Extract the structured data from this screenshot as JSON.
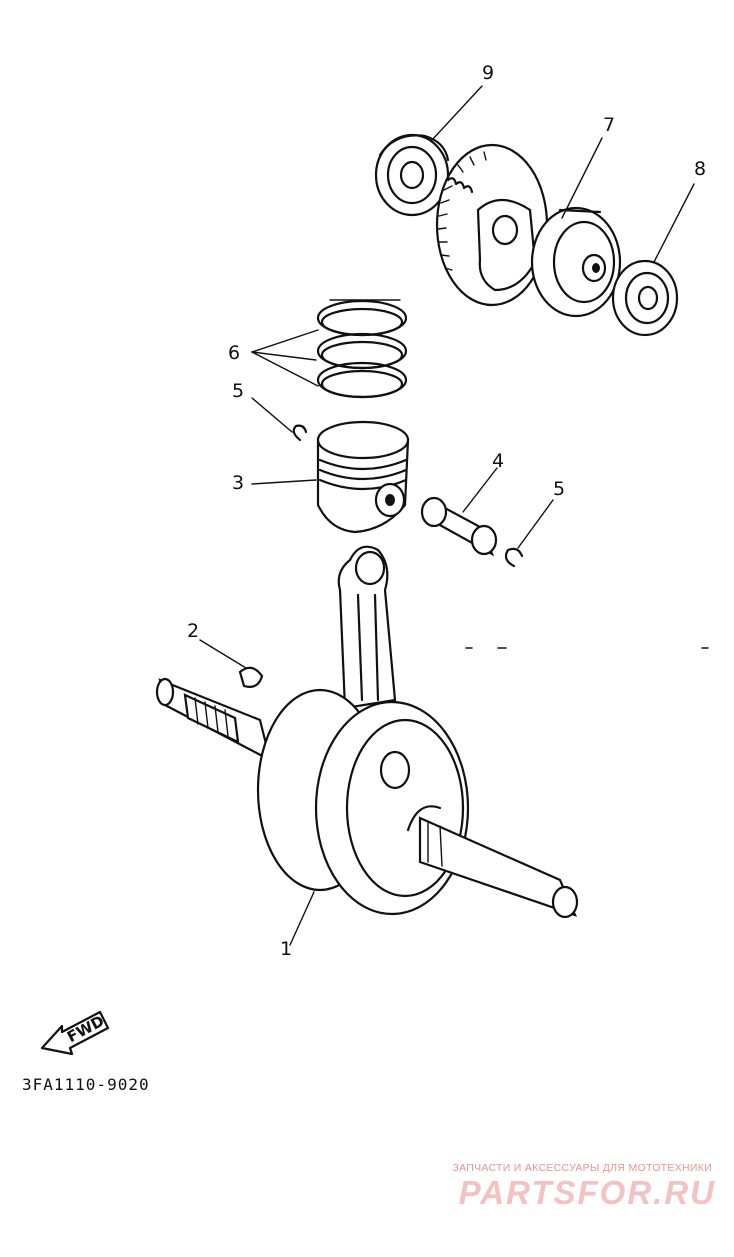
{
  "diagram": {
    "callouts": [
      {
        "id": "1",
        "label": "1"
      },
      {
        "id": "2",
        "label": "2"
      },
      {
        "id": "3",
        "label": "3"
      },
      {
        "id": "4",
        "label": "4"
      },
      {
        "id": "5a",
        "label": "5"
      },
      {
        "id": "5b",
        "label": "5"
      },
      {
        "id": "6",
        "label": "6"
      },
      {
        "id": "7",
        "label": "7"
      },
      {
        "id": "8",
        "label": "8"
      },
      {
        "id": "9",
        "label": "9"
      }
    ],
    "direction_label": "FWD",
    "drawing_code": "3FA1110-9020"
  },
  "watermark": {
    "subtitle": "ЗАПЧАСТИ И АКСЕССУАРЫ ДЛЯ МОТОТЕХНИКИ",
    "brand": "PARTSFOR.RU",
    "colors": {
      "brand": "#f3c2c2",
      "subtitle": "#e89494"
    }
  }
}
